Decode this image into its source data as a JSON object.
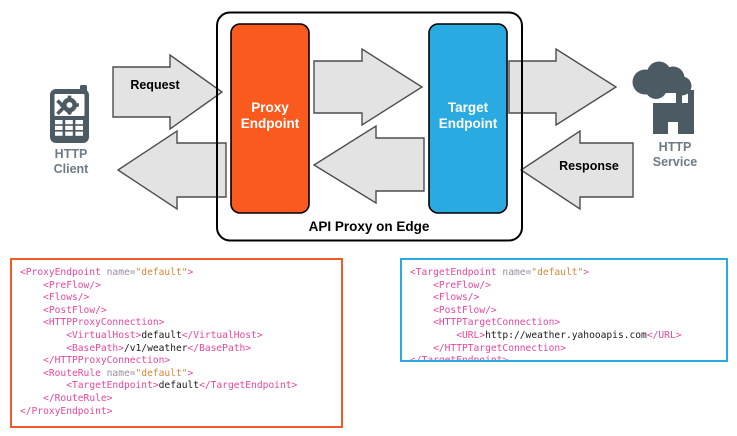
{
  "diagram": {
    "title": "API Proxy on Edge",
    "outer_box_label": "API Proxy on Edge",
    "nodes": [
      {
        "id": "http-client",
        "label": "HTTP\nClient",
        "icon": "mobile-phone-gear-icon",
        "color": "#4c5b63"
      },
      {
        "id": "proxy-endpoint",
        "label": "Proxy\nEndpoint",
        "color": "#fa5a1e"
      },
      {
        "id": "target-endpoint",
        "label": "Target\nEndpoint",
        "color": "#29abe2"
      },
      {
        "id": "http-service",
        "label": "HTTP\nService",
        "icon": "factory-cloud-icon",
        "color": "#4c5b63"
      }
    ],
    "flows": [
      {
        "id": "request",
        "label": "Request",
        "direction": "right",
        "from": "http-client",
        "to": "proxy-endpoint"
      },
      {
        "id": "proxy-to-target",
        "label": "",
        "direction": "right",
        "from": "proxy-endpoint",
        "to": "target-endpoint"
      },
      {
        "id": "target-to-service",
        "label": "",
        "direction": "right",
        "from": "target-endpoint",
        "to": "http-service"
      },
      {
        "id": "response",
        "label": "Response",
        "direction": "left",
        "from": "http-service",
        "to": "target-endpoint"
      },
      {
        "id": "target-to-proxy",
        "label": "",
        "direction": "left",
        "from": "target-endpoint",
        "to": "proxy-endpoint"
      },
      {
        "id": "proxy-to-client",
        "label": "",
        "direction": "left",
        "from": "proxy-endpoint",
        "to": "http-client"
      }
    ],
    "colors": {
      "proxy_orange": "#fa5a1e",
      "target_blue": "#29abe2",
      "arrow_fill": "#e3e3e3",
      "arrow_stroke": "#4d4d4d",
      "icon_slate": "#4c5b63",
      "label_slate": "#6d7b87",
      "proxy_code_border": "#ef5b25",
      "target_code_border": "#29abe2"
    }
  },
  "code": {
    "proxy": {
      "border_color": "#ef5b25",
      "lines": [
        "<ProxyEndpoint name=\"default\">",
        "    <PreFlow/>",
        "    <Flows/>",
        "    <PostFlow/>",
        "    <HTTPProxyConnection>",
        "        <VirtualHost>default</VirtualHost>",
        "        <BasePath>/v1/weather</BasePath>",
        "    </HTTPProxyConnection>",
        "    <RouteRule name=\"default\">",
        "        <TargetEndpoint>default</TargetEndpoint>",
        "    </RouteRule>",
        "</ProxyEndpoint>"
      ]
    },
    "target": {
      "border_color": "#29abe2",
      "lines": [
        "<TargetEndpoint name=\"default\">",
        "    <PreFlow/>",
        "    <Flows/>",
        "    <PostFlow/>",
        "    <HTTPTargetConnection>",
        "        <URL>http://weather.yahooapis.com</URL>",
        "    </HTTPTargetConnection>",
        "</TargetEndpoint>"
      ]
    }
  }
}
